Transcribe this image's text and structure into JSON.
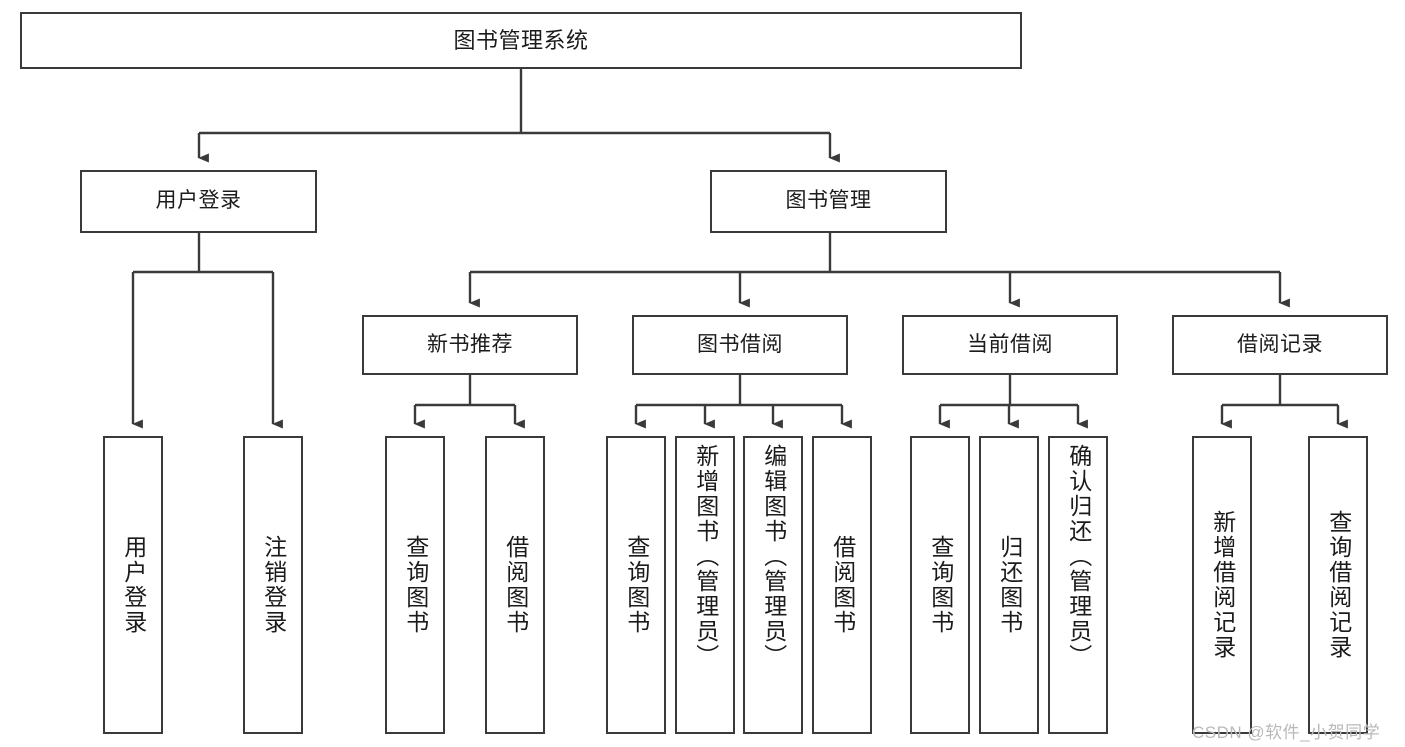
{
  "diagram": {
    "type": "tree-hierarchy-chart",
    "title": "图书管理系统",
    "line_color": "#3a3a3a",
    "box_fill": "#ffffff",
    "text_color": "#1b1b1b",
    "nodes": {
      "root": {
        "label": "图书管理系统"
      },
      "level2": [
        {
          "id": "user-login",
          "label": "用户登录"
        },
        {
          "id": "book-management",
          "label": "图书管理"
        }
      ],
      "level3": [
        {
          "id": "new-book-recommend",
          "label": "新书推荐"
        },
        {
          "id": "book-borrow",
          "label": "图书借阅"
        },
        {
          "id": "current-borrow",
          "label": "当前借阅"
        },
        {
          "id": "borrow-record",
          "label": "借阅记录"
        }
      ],
      "leaves": [
        {
          "id": "leaf-user-login",
          "label": "用户登录"
        },
        {
          "id": "leaf-logout-login",
          "label": "注销登录"
        },
        {
          "id": "leaf-query-book-1",
          "label": "查询图书"
        },
        {
          "id": "leaf-borrow-book-1",
          "label": "借阅图书"
        },
        {
          "id": "leaf-query-book-2",
          "label": "查询图书"
        },
        {
          "id": "leaf-add-book",
          "label": "新增图书（管理员）"
        },
        {
          "id": "leaf-edit-book",
          "label": "编辑图书（管理员）"
        },
        {
          "id": "leaf-borrow-book-2",
          "label": "借阅图书"
        },
        {
          "id": "leaf-query-book-3",
          "label": "查询图书"
        },
        {
          "id": "leaf-return-book",
          "label": "归还图书"
        },
        {
          "id": "leaf-confirm-return",
          "label": "确认归还（管理员）"
        },
        {
          "id": "leaf-add-record",
          "label": "新增借阅记录"
        },
        {
          "id": "leaf-query-record",
          "label": "查询借阅记录"
        }
      ]
    }
  },
  "watermark": {
    "text": "CSDN @软件_小贺同学"
  }
}
